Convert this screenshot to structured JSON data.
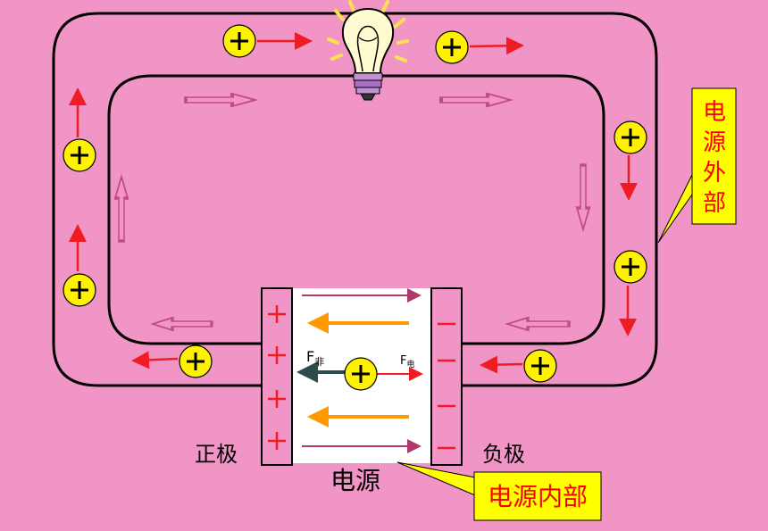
{
  "colors": {
    "background": "#f095c6",
    "wire": "#000000",
    "charge_fill": "#fff200",
    "arrow_red": "#ef1c24",
    "callout_fill": "#ffff00",
    "callout_text": "#ff0000",
    "field_line": "#b03a6e",
    "orange_arrow": "#ff9900",
    "force_dark": "#2f4a4a"
  },
  "labels": {
    "positive_pole": "正极",
    "negative_pole": "负极",
    "source": "电源",
    "callout_outside": "电源外部",
    "callout_inside": "电源内部",
    "plus_sign": "+",
    "minus_sign": "−",
    "force_nonelectric": "F",
    "force_nonelectric_sub": "非",
    "force_electric": "F",
    "force_electric_sub": "电"
  },
  "icons": {
    "bulb": "light-bulb-icon",
    "charge": "positive-charge-icon"
  }
}
